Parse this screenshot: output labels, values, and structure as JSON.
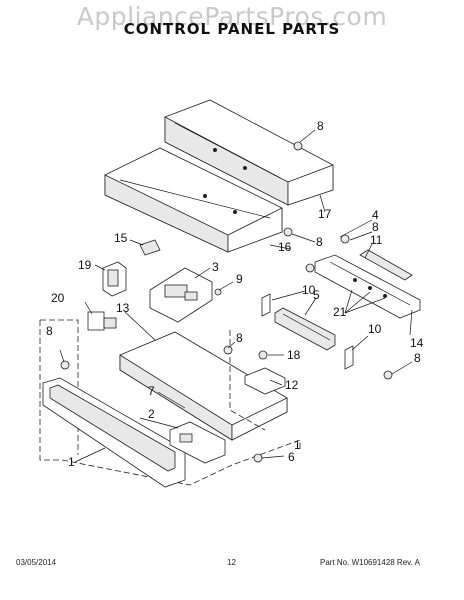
{
  "watermark": "AppliancePartsPros.com",
  "title": "CONTROL PANEL PARTS",
  "callouts": {
    "c1": "1",
    "c2": "2",
    "c3": "3",
    "c4": "4",
    "c5": "5",
    "c6": "6",
    "c7": "7",
    "c8a": "8",
    "c8b": "8",
    "c8c": "8",
    "c8d": "8",
    "c8e": "8",
    "c8f": "8",
    "c9": "9",
    "c10a": "10",
    "c10b": "10",
    "c11": "11",
    "c12": "12",
    "c13": "13",
    "c14": "14",
    "c15": "15",
    "c16": "16",
    "c17": "17",
    "c18": "18",
    "c19": "19",
    "c20": "20",
    "c21": "21"
  },
  "footer": {
    "date": "03/05/2014",
    "page": "12",
    "part_no": "Part No. W10691428  Rev. A"
  }
}
